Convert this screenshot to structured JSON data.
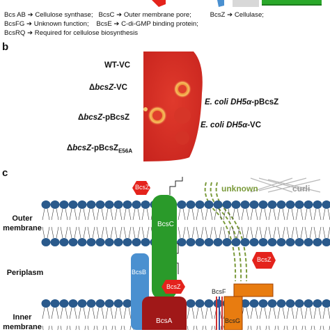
{
  "legend": {
    "line1_a": "Bcs AB",
    "line1_b": "Cellulose synthase;",
    "line1_c": "BcsC",
    "line1_d": "Outer membrane pore;",
    "line1_e": "BcsZ",
    "line1_f": "Cellulase;",
    "line2_a": "BcsFG",
    "line2_b": "Unknown function;",
    "line2_c": "BcsE",
    "line2_d": "C-di-GMP binding protein;",
    "line3_a": "BcsRQ",
    "line3_b": "Required for cellulose biosynthesis"
  },
  "panel_b": {
    "letter": "b",
    "left_labels": {
      "wt_vc": "WT-VC",
      "delta_vc_prefix": "Δ",
      "delta_vc_gene": "bcsZ",
      "delta_vc_suffix": "-VC",
      "delta_p_prefix": "Δ",
      "delta_p_gene": "bcsZ",
      "delta_p_suffix": "-pBcsZ",
      "delta_e56a_prefix": "Δ",
      "delta_e56a_gene": "bcsZ",
      "delta_e56a_suffix": "-pBcsZ",
      "delta_e56a_sub": "E56A"
    },
    "right_labels": {
      "ecoli_p_italic": "E. coli DH5α",
      "ecoli_p_suffix": "-pBcsZ",
      "ecoli_vc_italic": "E. coli DH5α",
      "ecoli_vc_suffix": "-VC"
    },
    "colors": {
      "plate": "#d9302a",
      "halo": "#f0a040"
    }
  },
  "panel_c": {
    "letter": "c",
    "labels": {
      "outer_line1": "Outer",
      "outer_line2": "membrane",
      "periplasm": "Periplasm",
      "inner_line1": "Inner",
      "inner_line2": "membrane",
      "bcsz_top": "BcsZ",
      "bcsc": "BcsC",
      "bcsz_right": "BcsZ",
      "bcsb": "BcsB",
      "bcsz_mid": "BcsZ",
      "bcsa": "BcsA",
      "bcsf": "BcsF",
      "bcsg": "BcsG",
      "unknown": "unknown",
      "curli": "curli"
    },
    "colors": {
      "lipid_head": "#2a5a8c",
      "bcsc": "#2a9a2a",
      "bcsz": "#e4231c",
      "bcsb": "#4a90d0",
      "bcsa": "#a01818",
      "bcsg": "#e87c10",
      "unknown": "#7a9a3a"
    }
  }
}
